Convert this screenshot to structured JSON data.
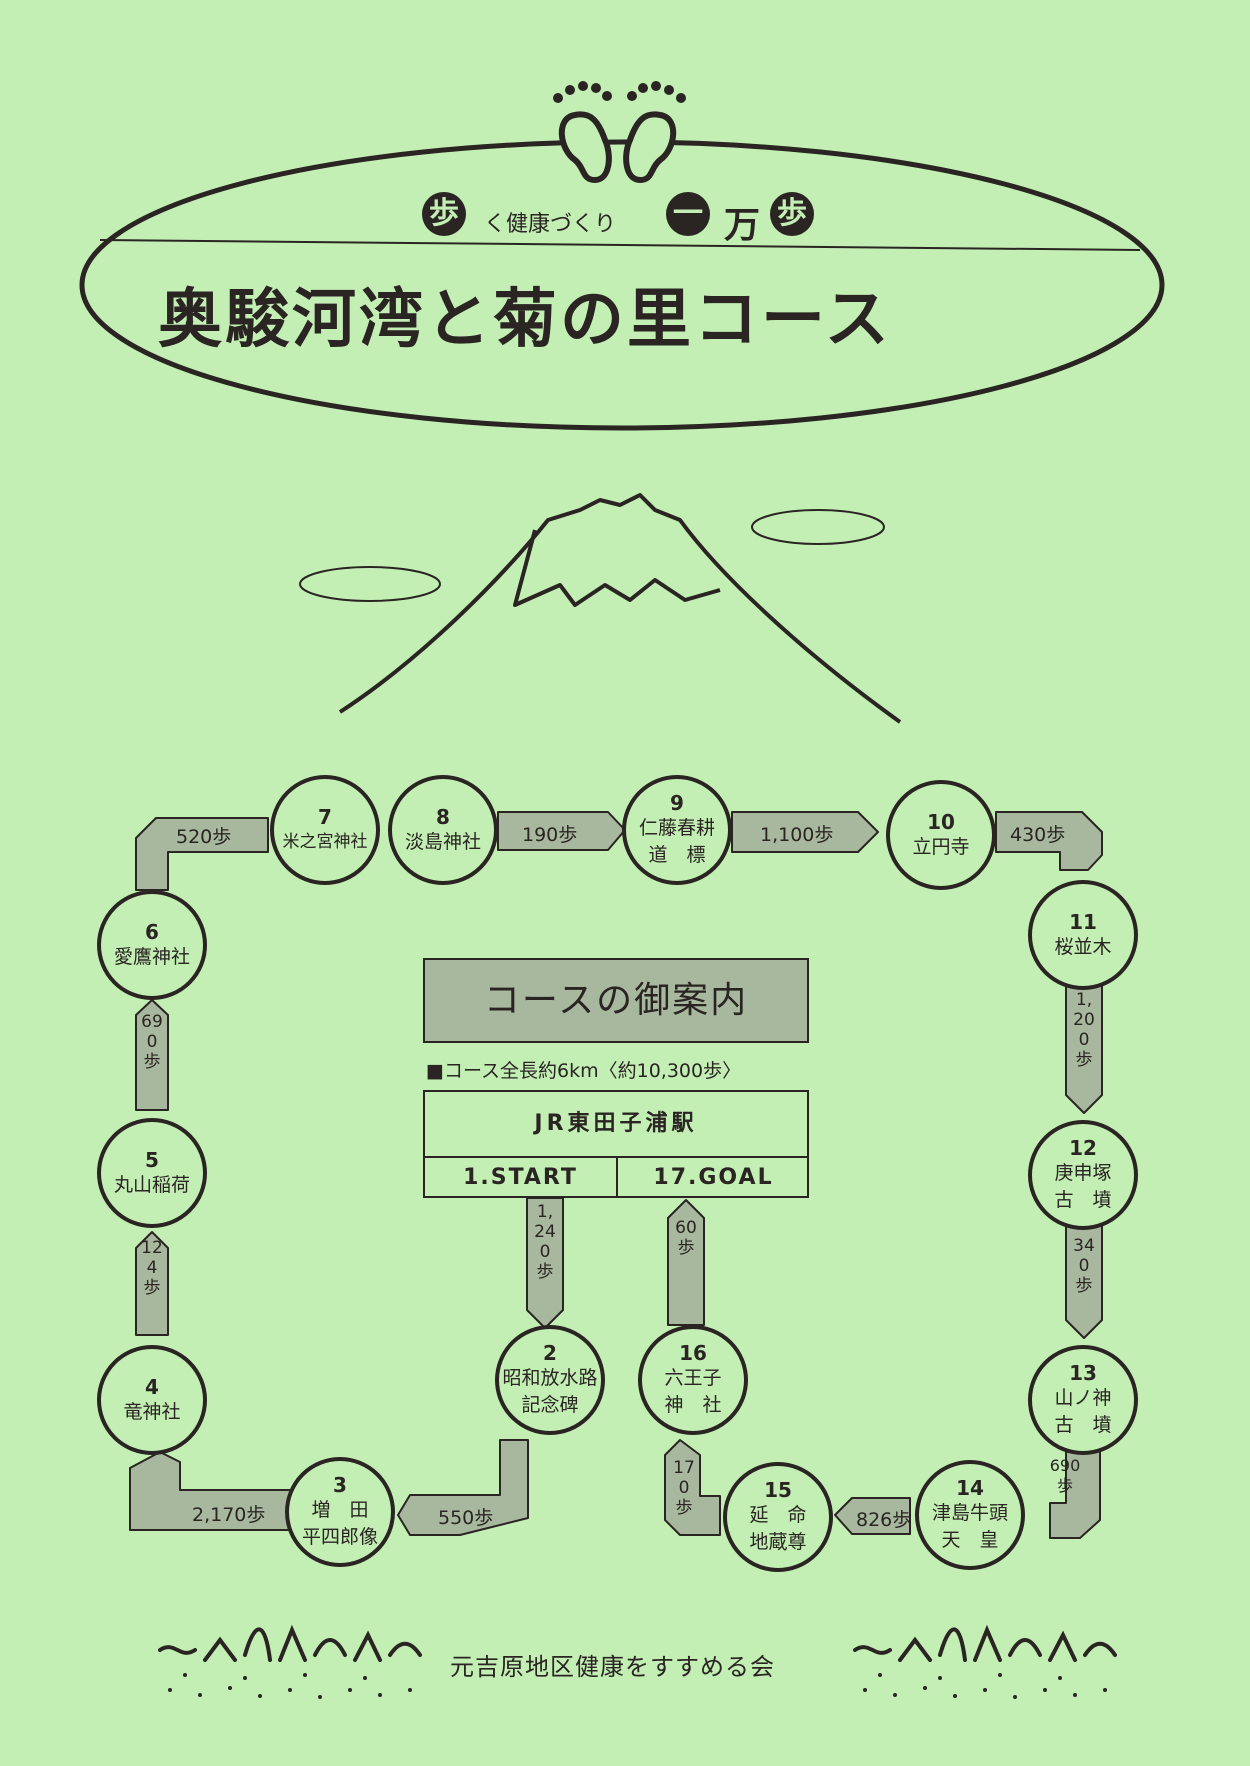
{
  "header": {
    "tagline_badge_1": "歩",
    "tagline_text": "く健康づくり",
    "tagline_badge_2": "一",
    "tagline_text_2": "万",
    "tagline_badge_3": "歩",
    "title": "奥駿河湾と菊の里コース"
  },
  "guide": {
    "title": "コースの御案内",
    "course_length": "■コース全長約6km〈約10,300歩〉",
    "station": "JR東田子浦駅",
    "start": "1.START",
    "goal": "17.GOAL"
  },
  "stops": [
    {
      "num": "2",
      "name": "昭和放水路\n記念碑"
    },
    {
      "num": "3",
      "name": "増　田\n平四郎像"
    },
    {
      "num": "4",
      "name": "竜神社"
    },
    {
      "num": "5",
      "name": "丸山稲荷"
    },
    {
      "num": "6",
      "name": "愛鷹神社"
    },
    {
      "num": "7",
      "name": "米之宮神社"
    },
    {
      "num": "8",
      "name": "淡島神社"
    },
    {
      "num": "9",
      "name": "仁藤春耕\n道　標"
    },
    {
      "num": "10",
      "name": "立円寺"
    },
    {
      "num": "11",
      "name": "桜並木"
    },
    {
      "num": "12",
      "name": "庚申塚\n古　墳"
    },
    {
      "num": "13",
      "name": "山ノ神\n古　墳"
    },
    {
      "num": "14",
      "name": "津島牛頭\n天　皇"
    },
    {
      "num": "15",
      "name": "延　命\n地蔵尊"
    },
    {
      "num": "16",
      "name": "六王子\n神　社"
    }
  ],
  "steps": {
    "s1_2": "1,240歩",
    "s2_3": "550歩",
    "s3_4": "2,170歩",
    "s4_5": "124歩",
    "s5_6": "690歩",
    "s6_7": "520歩",
    "s8_9": "190歩",
    "s9_10": "1,100歩",
    "s10_11": "430歩",
    "s11_12": "1,200歩",
    "s12_13": "340歩",
    "s13_14": "690歩",
    "s14_15": "826歩",
    "s15_16": "170歩",
    "s16_17": "60歩"
  },
  "footer": {
    "organization": "元吉原地区健康をすすめる会"
  },
  "colors": {
    "background": "#c3efb5",
    "ink": "#2a2422",
    "path_fill": "#a8b89e"
  }
}
